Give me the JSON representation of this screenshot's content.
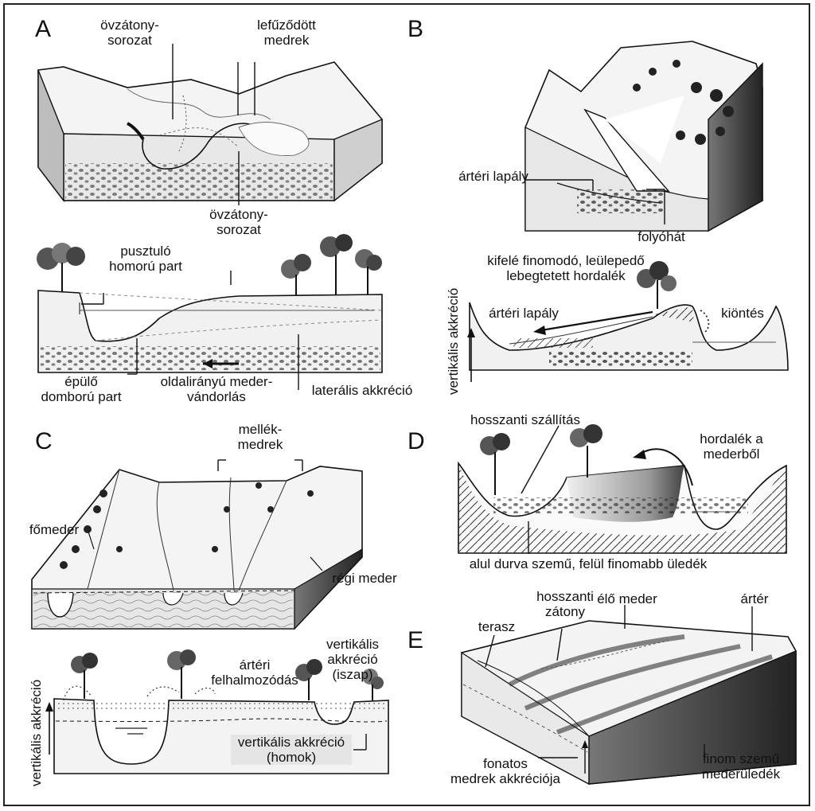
{
  "panels": {
    "A": {
      "letter": "A",
      "top_labels": {
        "scroll_bar_series": [
          "övzátony-",
          "sorozat"
        ],
        "cutoff_channels": [
          "lefűződött",
          "medrek"
        ],
        "scroll_bar_series_lower": [
          "övzátony-",
          "sorozat"
        ]
      },
      "section_labels": {
        "eroding_bank": [
          "pusztuló",
          "homorú part"
        ],
        "building_bank": [
          "épülő",
          "domború part"
        ],
        "lateral_migration": [
          "oldalirányú meder-",
          "vándorlás"
        ],
        "lateral_accretion": "laterális akkréció"
      }
    },
    "B": {
      "letter": "B",
      "top_labels": {
        "floodplain": "ártéri lapály",
        "levee": "folyóhát"
      },
      "section_labels": {
        "fining": [
          "kifelé finomodó, leülepedő",
          "lebegtetett hordalék"
        ],
        "floodplain": "ártéri lapály",
        "overflow": "kiöntés",
        "axis": "vertikális akkréció"
      }
    },
    "C": {
      "letter": "C",
      "top_labels": {
        "side_channels": [
          "mellék-",
          "medrek"
        ],
        "main_channel": "főmeder",
        "old_channel": "régi meder"
      },
      "section_labels": {
        "floodplain_buildup": [
          "ártéri",
          "felhalmozódás"
        ],
        "vertical_mud": [
          "vertikális",
          "akkréció",
          "(iszap)"
        ],
        "vertical_sand": [
          "vertikális akkréció",
          "(homok)"
        ],
        "axis": "vertikális akkréció"
      }
    },
    "D": {
      "letter": "D",
      "labels": {
        "longitudinal_transport": "hosszanti szállítás",
        "sediment_from_bed": [
          "hordalék a",
          "mederből"
        ],
        "fining_upward": "alul durva szemű, felül finomabb üledék"
      }
    },
    "E": {
      "letter": "E",
      "labels": {
        "terrace": "terasz",
        "longitudinal_bar": [
          "hosszanti",
          "zátony"
        ],
        "active_channel": "élő meder",
        "floodplain": "ártér",
        "braided_accretion": [
          "fonatos",
          "medrek akkréciója"
        ],
        "fine_bed_sediment": [
          "finom szemű",
          "mederüledék"
        ]
      }
    }
  },
  "colors": {
    "ink": "#111111",
    "shade": "#e5e5e5",
    "dark_side": "#3a3a3a",
    "mid_gray": "#9a9a9a"
  }
}
